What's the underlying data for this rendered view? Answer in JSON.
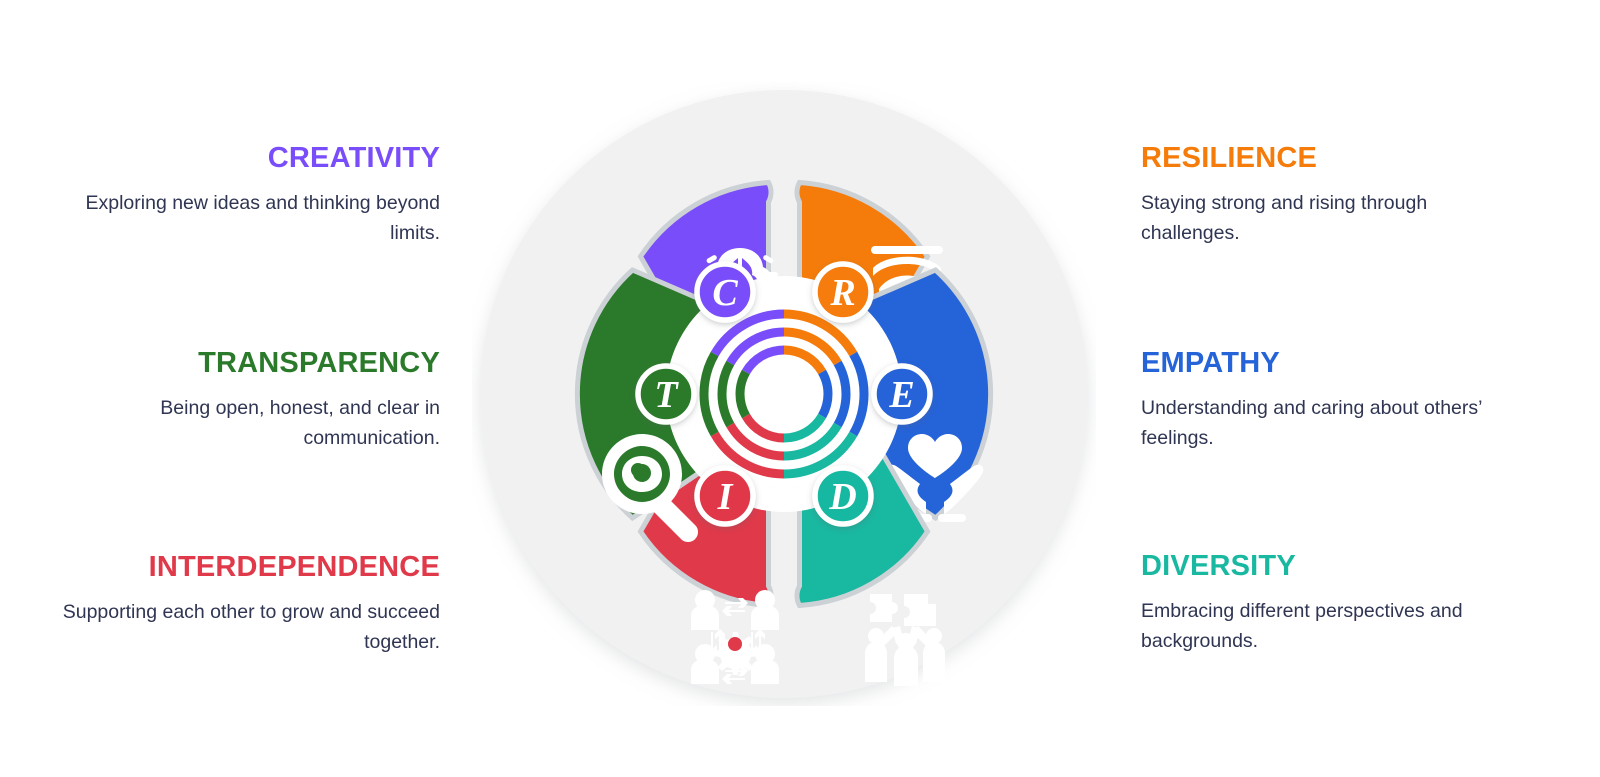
{
  "palette": {
    "creativity": "#7a4dfa",
    "resilience": "#f57c0a",
    "empathy": "#2563d9",
    "diversity": "#19b8a1",
    "interdependence": "#e0394a",
    "transparency": "#2b7a2b",
    "disc": "#f0f0f0",
    "disc_inner": "#f4f4f4",
    "petal_outline": "#ccd1d5",
    "hub_white": "#ffffff",
    "body_text": "#2f3552"
  },
  "values": [
    {
      "id": "creativity",
      "letter": "C",
      "title": "CREATIVITY",
      "description": "Exploring new ideas and thinking beyond limits.",
      "color": "#7a4dfa",
      "icon": "brain-lightbulb-icon",
      "side": "left",
      "position": "top-left"
    },
    {
      "id": "resilience",
      "letter": "R",
      "title": "RESILIENCE",
      "description": "Staying strong and rising through challenges.",
      "color": "#f57c0a",
      "icon": "person-rising-arrows-icon",
      "side": "right",
      "position": "top-right"
    },
    {
      "id": "empathy",
      "letter": "E",
      "title": "EMPATHY",
      "description": "Understanding and caring about others’ feelings.",
      "color": "#2563d9",
      "icon": "heart-in-hands-icon",
      "side": "right",
      "position": "right"
    },
    {
      "id": "diversity",
      "letter": "D",
      "title": "DIVERSITY",
      "description": "Embracing different perspectives and backgrounds.",
      "color": "#19b8a1",
      "icon": "people-puzzle-icon",
      "side": "right",
      "position": "bottom-right"
    },
    {
      "id": "interdependence",
      "letter": "I",
      "title": "INTERDEPENDENCE",
      "description": "Supporting each other to grow and succeed together.",
      "color": "#e0394a",
      "icon": "people-gear-exchange-icon",
      "side": "left",
      "position": "bottom-left"
    },
    {
      "id": "transparency",
      "letter": "T",
      "title": "TRANSPARENCY",
      "description": "Being open, honest, and clear in communication.",
      "color": "#2b7a2b",
      "icon": "magnifier-eye-icon",
      "side": "left",
      "position": "left"
    }
  ],
  "center_rings": {
    "count": 3,
    "segment_colors_clockwise_from_top": [
      "#f57c0a",
      "#2563d9",
      "#19b8a1",
      "#e0394a",
      "#2b7a2b",
      "#7a4dfa"
    ],
    "segment_count": 6
  }
}
